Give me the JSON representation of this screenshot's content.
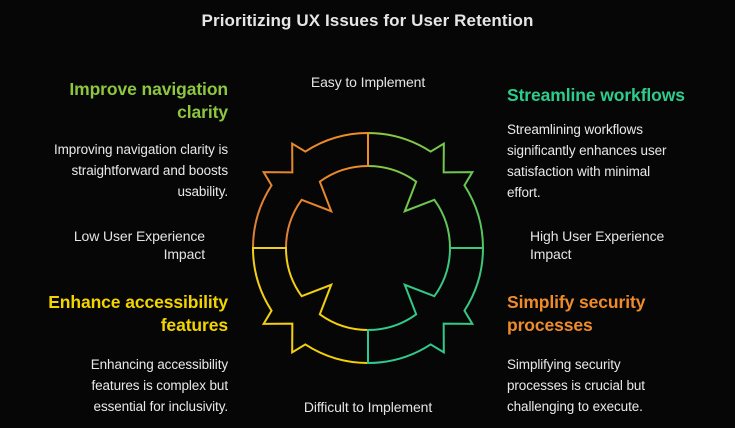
{
  "title": "Prioritizing UX Issues for User Retention",
  "colors": {
    "background": "#060606",
    "title_text": "#E6E6E6",
    "body_text": "#E9E9E9",
    "axis_text": "#E4E4E4"
  },
  "axis_labels": {
    "top": "Easy to Implement",
    "bottom": "Difficult to Implement",
    "left_lines": [
      "Low User Experience",
      "Impact"
    ],
    "right_lines": [
      "High User Experience",
      "Impact"
    ]
  },
  "quadrants": {
    "top_left": {
      "heading_lines": [
        "Improve navigation",
        "clarity"
      ],
      "heading_color": "#8DC63F",
      "body_lines": [
        "Improving navigation clarity is",
        "straightforward and boosts",
        "usability."
      ]
    },
    "top_right": {
      "heading_lines": [
        "Streamline workflows"
      ],
      "heading_color": "#2ECC8C",
      "body_lines": [
        "Streamlining workflows",
        "significantly enhances user",
        "satisfaction with minimal",
        "effort."
      ]
    },
    "bottom_left": {
      "heading_lines": [
        "Enhance accessibility",
        "features"
      ],
      "heading_color": "#F2D400",
      "body_lines": [
        "Enhancing accessibility",
        "features is complex but",
        "essential for inclusivity."
      ]
    },
    "bottom_right": {
      "heading_lines": [
        "Simplify security",
        "processes"
      ],
      "heading_color": "#EF8C29",
      "body_lines": [
        "Simplifying security",
        "processes is crucial but",
        "challenging to execute."
      ]
    }
  },
  "diagram": {
    "description": "Circular cycle ring of four arrow segments with arrowheads at the diagonals",
    "gradients": {
      "top_right": [
        "#8FC93C",
        "#52C562"
      ],
      "bottom_right": [
        "#3DC77A",
        "#2BCA92"
      ],
      "bottom_left": [
        "#F5D103",
        "#F0CE1E"
      ],
      "top_left": [
        "#DC7F36",
        "#EE8E26"
      ]
    }
  }
}
